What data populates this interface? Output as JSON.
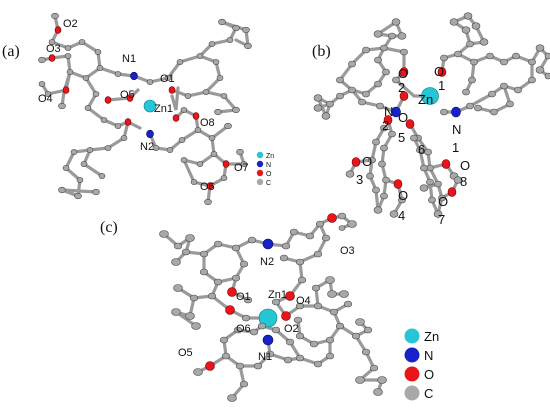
{
  "panels": {
    "a": {
      "label": "(a)",
      "atoms": [
        "O2",
        "O3",
        "O4",
        "N1",
        "O1",
        "O5",
        "Zn1",
        "O8",
        "N2",
        "O7",
        "O6"
      ],
      "legend": [
        {
          "symbol": "Zn",
          "color": "#25c6d6"
        },
        {
          "symbol": "N",
          "color": "#1722c8"
        },
        {
          "symbol": "O",
          "color": "#e8151b"
        },
        {
          "symbol": "C",
          "color": "#a8a8a8"
        }
      ]
    },
    "b": {
      "label": "(b)",
      "atoms": [
        "O",
        "2",
        "Zn",
        "O",
        "1",
        "N",
        "2",
        "O",
        "5",
        "6",
        "N",
        "1",
        "O",
        "3",
        "O",
        "4",
        "O",
        "8",
        "O",
        "7"
      ]
    },
    "c": {
      "label": "(c)",
      "atoms": [
        "N2",
        "O3",
        "Zn1",
        "O1",
        "O4",
        "O6",
        "O2",
        "N1",
        "O5"
      ],
      "legend": [
        {
          "symbol": "Zn",
          "color": "#25c6d6"
        },
        {
          "symbol": "N",
          "color": "#1722c8"
        },
        {
          "symbol": "O",
          "color": "#e8151b"
        },
        {
          "symbol": "C",
          "color": "#a8a8a8"
        }
      ]
    }
  }
}
